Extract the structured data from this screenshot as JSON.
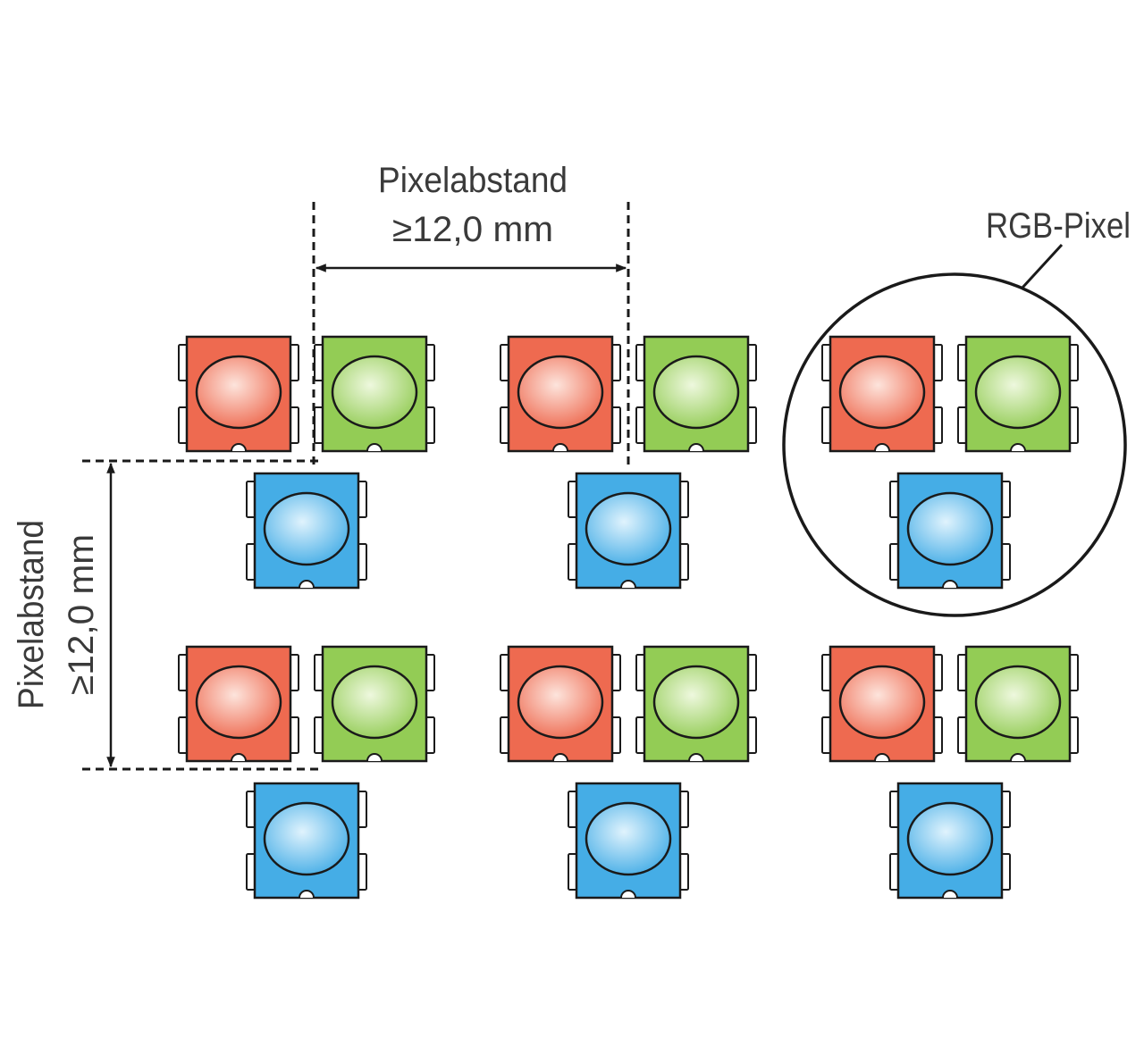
{
  "labels": {
    "horizontal_title": "Pixelabstand",
    "horizontal_value": "≥12,0 mm",
    "vertical_title": "Pixelabstand",
    "vertical_value": "≥12,0 mm",
    "callout": "RGB-Pixel"
  },
  "colors": {
    "red_fill": "#ee6a50",
    "red_center": "#fde4dc",
    "green_fill": "#93cc55",
    "green_center": "#eef8de",
    "blue_fill": "#45ade6",
    "blue_center": "#e0f3fd",
    "outline": "#1a1a1a"
  },
  "pixel_grid": {
    "columns": 3,
    "rows": 2,
    "leds_per_pixel": [
      "red",
      "green",
      "blue"
    ]
  }
}
